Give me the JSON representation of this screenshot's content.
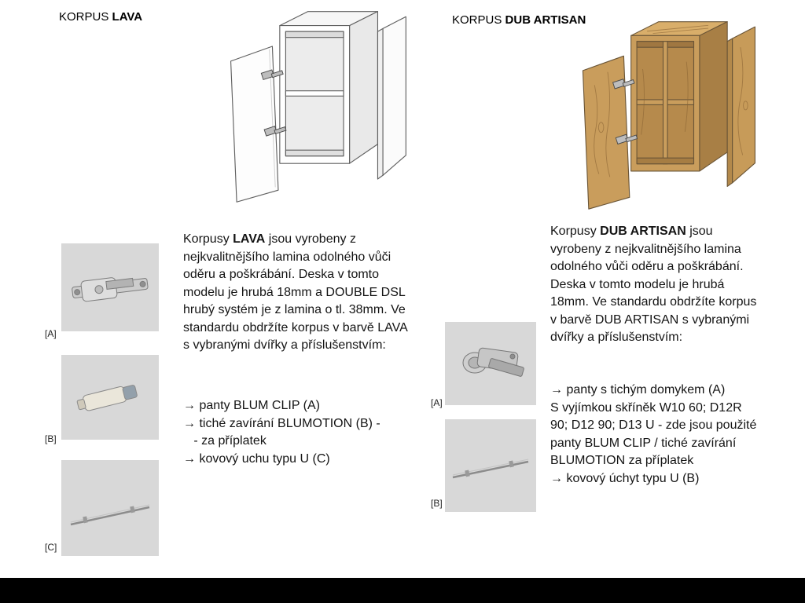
{
  "colors": {
    "background": "#ffffff",
    "footer_bar": "#000000",
    "thumb_background": "#d8d8d8",
    "lava_cabinet": "#ffffff",
    "artisan_wood": "#c99d5c",
    "outline": "#5f5f5f",
    "text": "#111111"
  },
  "left": {
    "title_prefix": "KORPUS",
    "title_name": "LAVA",
    "desc_pre": "Korpusy ",
    "desc_bold": "LAVA",
    "desc_rest": " jsou vyrobeny z nejkvalitnějšího lamina odolného vůči oděru a poškrábání. Deska v tomto modelu je hrubá 18mm a DOUBLE DSL hrubý systém je z lamina o tl. 38mm. Ve standardu obdržíte korpus v barvě LAVA s vybranými dvířky a příslušenstvím:",
    "bullets": [
      "→ panty BLUM CLIP (A)",
      "→ tiché zavírání BLUMOTION (B) -\n   - za příplatek",
      "→ kovový uchu typu U (C)"
    ],
    "thumb_labels": [
      "[A]",
      "[B]",
      "[C]"
    ],
    "thumb_icons": [
      "hinge-icon",
      "blumotion-damper-icon",
      "u-handle-icon"
    ]
  },
  "right": {
    "title_prefix": "KORPUS",
    "title_name": "DUB ARTISAN",
    "desc_pre": "Korpusy ",
    "desc_bold": "DUB ARTISAN",
    "desc_rest": " jsou vyrobeny z nejkvalitnějšího lamina odolného vůči oděru a poškrábání. Deska v tomto modelu je hrubá 18mm. Ve standardu obdržíte korpus v barvě DUB ARTISAN s vybranými dvířky a příslušenstvím:",
    "bullets": [
      "→ panty s tichým domykem (A)\nS vyjímkou skříněk W10 60; D12R 90; D12 90; D13 U - zde jsou použité panty BLUM CLIP / tiché zavírání BLUMOTION za příplatek",
      "→ kovový úchyt typu U (B)"
    ],
    "thumb_labels": [
      "[A]",
      "[B]"
    ],
    "thumb_icons": [
      "hinge-icon",
      "u-handle-icon"
    ]
  }
}
